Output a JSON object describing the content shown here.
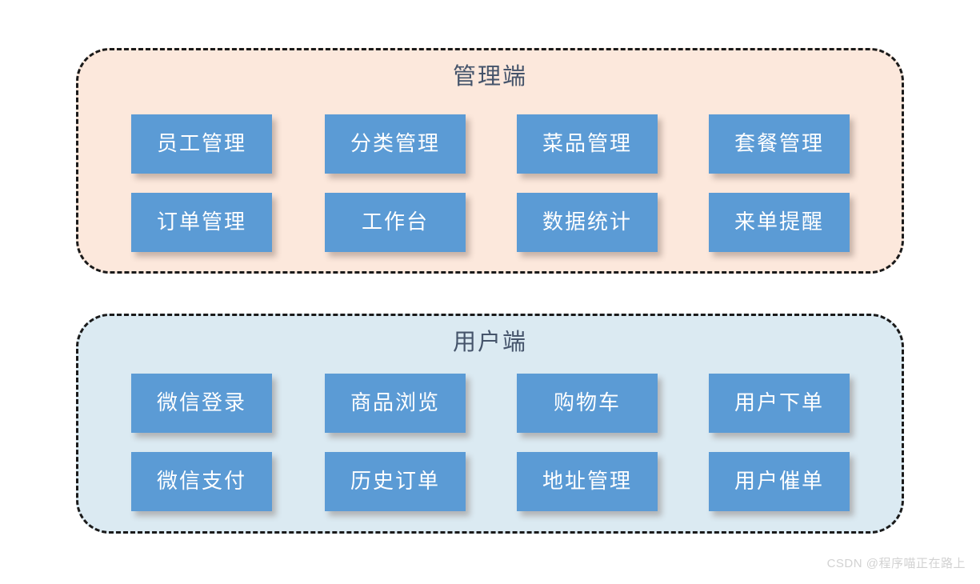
{
  "diagram": {
    "title_semantic": "takeout-system-module-overview",
    "background_color": "#ffffff",
    "panels": [
      {
        "id": "admin",
        "title": "管理端",
        "background_color": "#fce8dc",
        "border_style": "dashed",
        "border_color": "#1a1a1a",
        "rows": [
          [
            {
              "label": "员工管理"
            },
            {
              "label": "分类管理"
            },
            {
              "label": "菜品管理"
            },
            {
              "label": "套餐管理"
            }
          ],
          [
            {
              "label": "订单管理"
            },
            {
              "label": "工作台"
            },
            {
              "label": "数据统计"
            },
            {
              "label": "来单提醒"
            }
          ]
        ]
      },
      {
        "id": "user",
        "title": "用户端",
        "background_color": "#dbeaf2",
        "border_style": "dashed",
        "border_color": "#1a1a1a",
        "rows": [
          [
            {
              "label": "微信登录"
            },
            {
              "label": "商品浏览"
            },
            {
              "label": "购物车"
            },
            {
              "label": "用户下单"
            }
          ],
          [
            {
              "label": "微信支付"
            },
            {
              "label": "历史订单"
            },
            {
              "label": "地址管理"
            },
            {
              "label": "用户催单"
            }
          ]
        ]
      }
    ],
    "module_box_color": "#5b9bd5",
    "module_text_color": "#ffffff",
    "title_text_color": "#45546b"
  },
  "watermark": {
    "text": "CSDN @程序喵正在路上",
    "color": "#d2d2d2"
  }
}
